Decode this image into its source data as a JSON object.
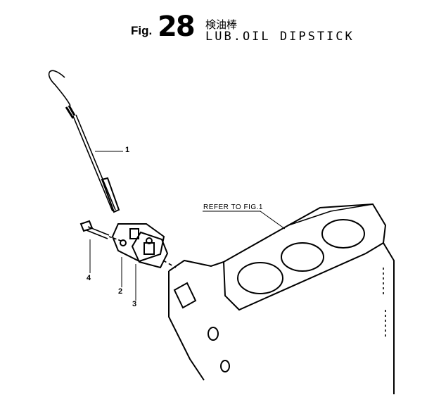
{
  "title": {
    "fig_prefix": "Fig.",
    "fig_number": "28",
    "japanese": "検油棒",
    "english": "LUB.OIL DIPSTICK"
  },
  "callouts": {
    "part1": "1",
    "part2": "2",
    "part3": "3",
    "part4": "4",
    "reference": "REFER TO FIG.1"
  }
}
